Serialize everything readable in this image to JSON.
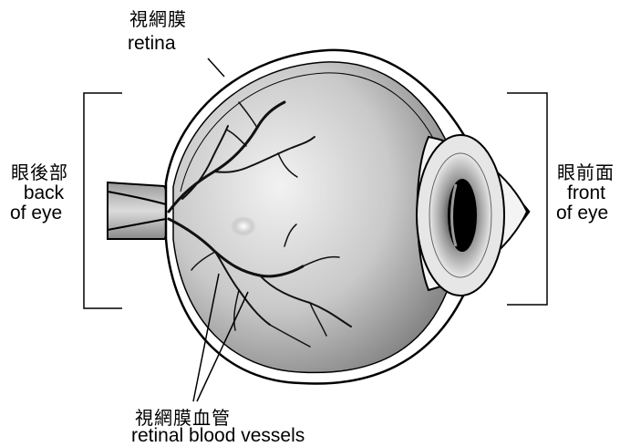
{
  "labels": {
    "retina": {
      "zh": "視網膜",
      "en": "retina"
    },
    "back": {
      "zh": "眼後部",
      "en_line1": "back",
      "en_line2": "of eye"
    },
    "front": {
      "zh": "眼前面",
      "en_line1": "front",
      "en_line2": "of eye"
    },
    "vessels": {
      "zh": "視網膜血管",
      "en": "retinal blood vessels"
    }
  }
}
